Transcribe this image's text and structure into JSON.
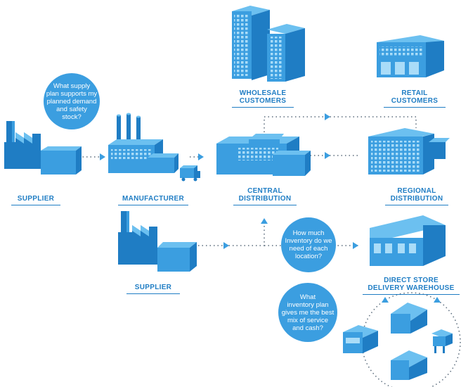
{
  "colors": {
    "primary": "#3b9ee0",
    "dark": "#1f7dc4",
    "light": "#6cc0f0",
    "window": "#a9dcf8",
    "connector": "#5a6b7b"
  },
  "labels": {
    "supplier_top": [
      "SUPPLIER"
    ],
    "manufacturer": [
      "MANUFACTURER"
    ],
    "central": [
      "CENTRAL",
      "DISTRIBUTION"
    ],
    "regional": [
      "REGIONAL",
      "DISTRIBUTION"
    ],
    "wholesale": [
      "WHOLESALE",
      "CUSTOMERS"
    ],
    "retail": [
      "RETAIL",
      "CUSTOMERS"
    ],
    "supplier_bottom": [
      "SUPPLIER"
    ],
    "dsd": [
      "DIRECT STORE",
      "DELIVERY WAREHOUSE"
    ]
  },
  "bubbles": {
    "supply": [
      "What  supply",
      "plan supports my",
      "planned demand",
      "and safety",
      "stock?"
    ],
    "inventory": [
      "How much",
      "Inventory do we",
      "need of each",
      "location?"
    ],
    "mix": [
      "What",
      "inventory plan",
      "gives me the best",
      "mix of service",
      "and cash?"
    ]
  },
  "icons": [
    "factory-icon",
    "factory-with-stacks-icon",
    "truck-icon",
    "office-towers-icon",
    "retail-store-icon",
    "distribution-center-icon",
    "warehouse-icon",
    "store-icon",
    "kiosk-icon"
  ]
}
